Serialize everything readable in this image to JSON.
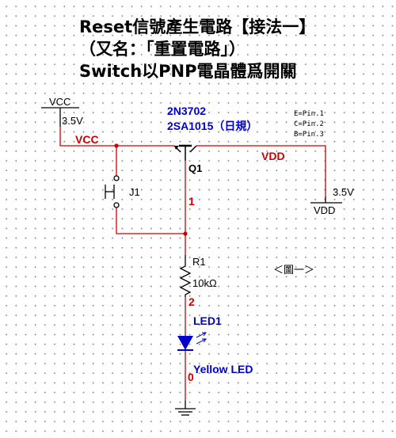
{
  "title": {
    "line1": "Reset信號產生電路【接法一】",
    "line2": "（又名：「重置電路」）",
    "line3": "Switch以PNP電晶體爲開關"
  },
  "supply_left": {
    "name": "VCC",
    "voltage": "3.5V"
  },
  "supply_right": {
    "name": "VDD",
    "voltage": "3.5V"
  },
  "nets": {
    "vcc": "VCC",
    "vdd": "VDD"
  },
  "transistor": {
    "part_1": "2N3702",
    "part_2": "2SA1015（日規）",
    "ref": "Q1",
    "pinout": [
      "E=Pin.1",
      "C=Pin.2",
      "B=Pin.3"
    ]
  },
  "switch": {
    "ref": "J1"
  },
  "resistor": {
    "ref": "R1",
    "value": "10kΩ"
  },
  "led": {
    "ref": "LED1",
    "value": "Yellow LED"
  },
  "node_numbers": {
    "n1": "1",
    "n2": "2",
    "n0": "0"
  },
  "figure_label": "＜圖一＞",
  "colors": {
    "wire": "#cc0000",
    "component": "#000000",
    "net_label": "#cc0000",
    "part_label": "#0000cc",
    "led": "#0000cc"
  }
}
